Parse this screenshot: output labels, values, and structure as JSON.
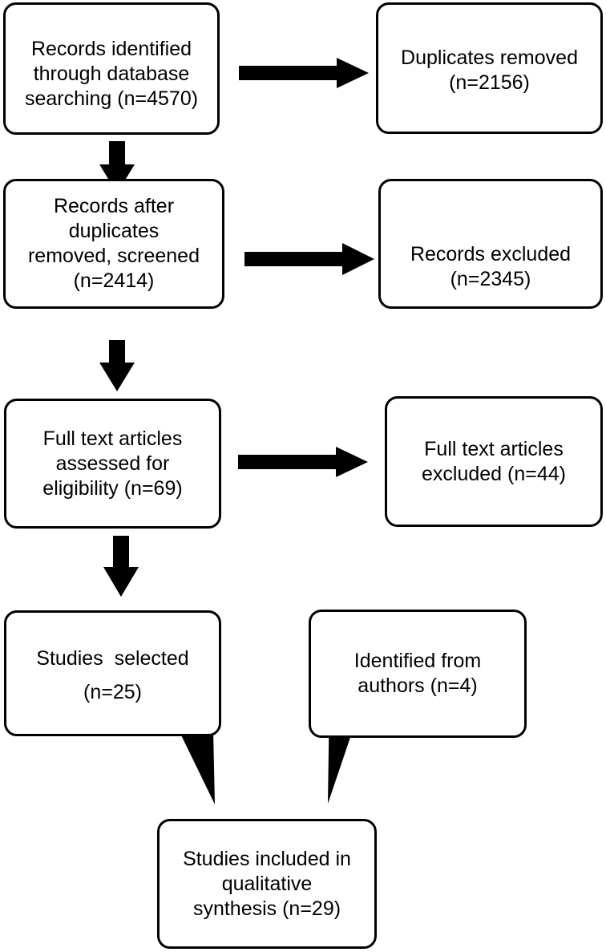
{
  "boxes": {
    "identified": {
      "lines": [
        "Records identified",
        "through database",
        "searching (n=4570)"
      ]
    },
    "duplicates": {
      "lines": [
        "Duplicates removed",
        "(n=2156)"
      ]
    },
    "screened": {
      "lines": [
        "Records after",
        "duplicates",
        "removed, screened",
        "(n=2414)"
      ]
    },
    "excluded": {
      "lines": [
        "Records excluded",
        "(n=2345)"
      ]
    },
    "fulltext": {
      "lines": [
        "Full text articles",
        "assessed for",
        "eligibility (n=69)"
      ]
    },
    "ft_excluded": {
      "lines": [
        "Full text articles",
        "excluded (n=44)"
      ]
    },
    "selected": {
      "lines": [
        "Studies  selected",
        "(n=25)"
      ]
    },
    "authors": {
      "lines": [
        "Identified from",
        "authors (n=4)"
      ]
    },
    "included": {
      "lines": [
        "Studies included in",
        "qualitative",
        "synthesis (n=29)"
      ]
    }
  },
  "colors": {
    "stroke": "#000000",
    "background": "#ffffff"
  }
}
